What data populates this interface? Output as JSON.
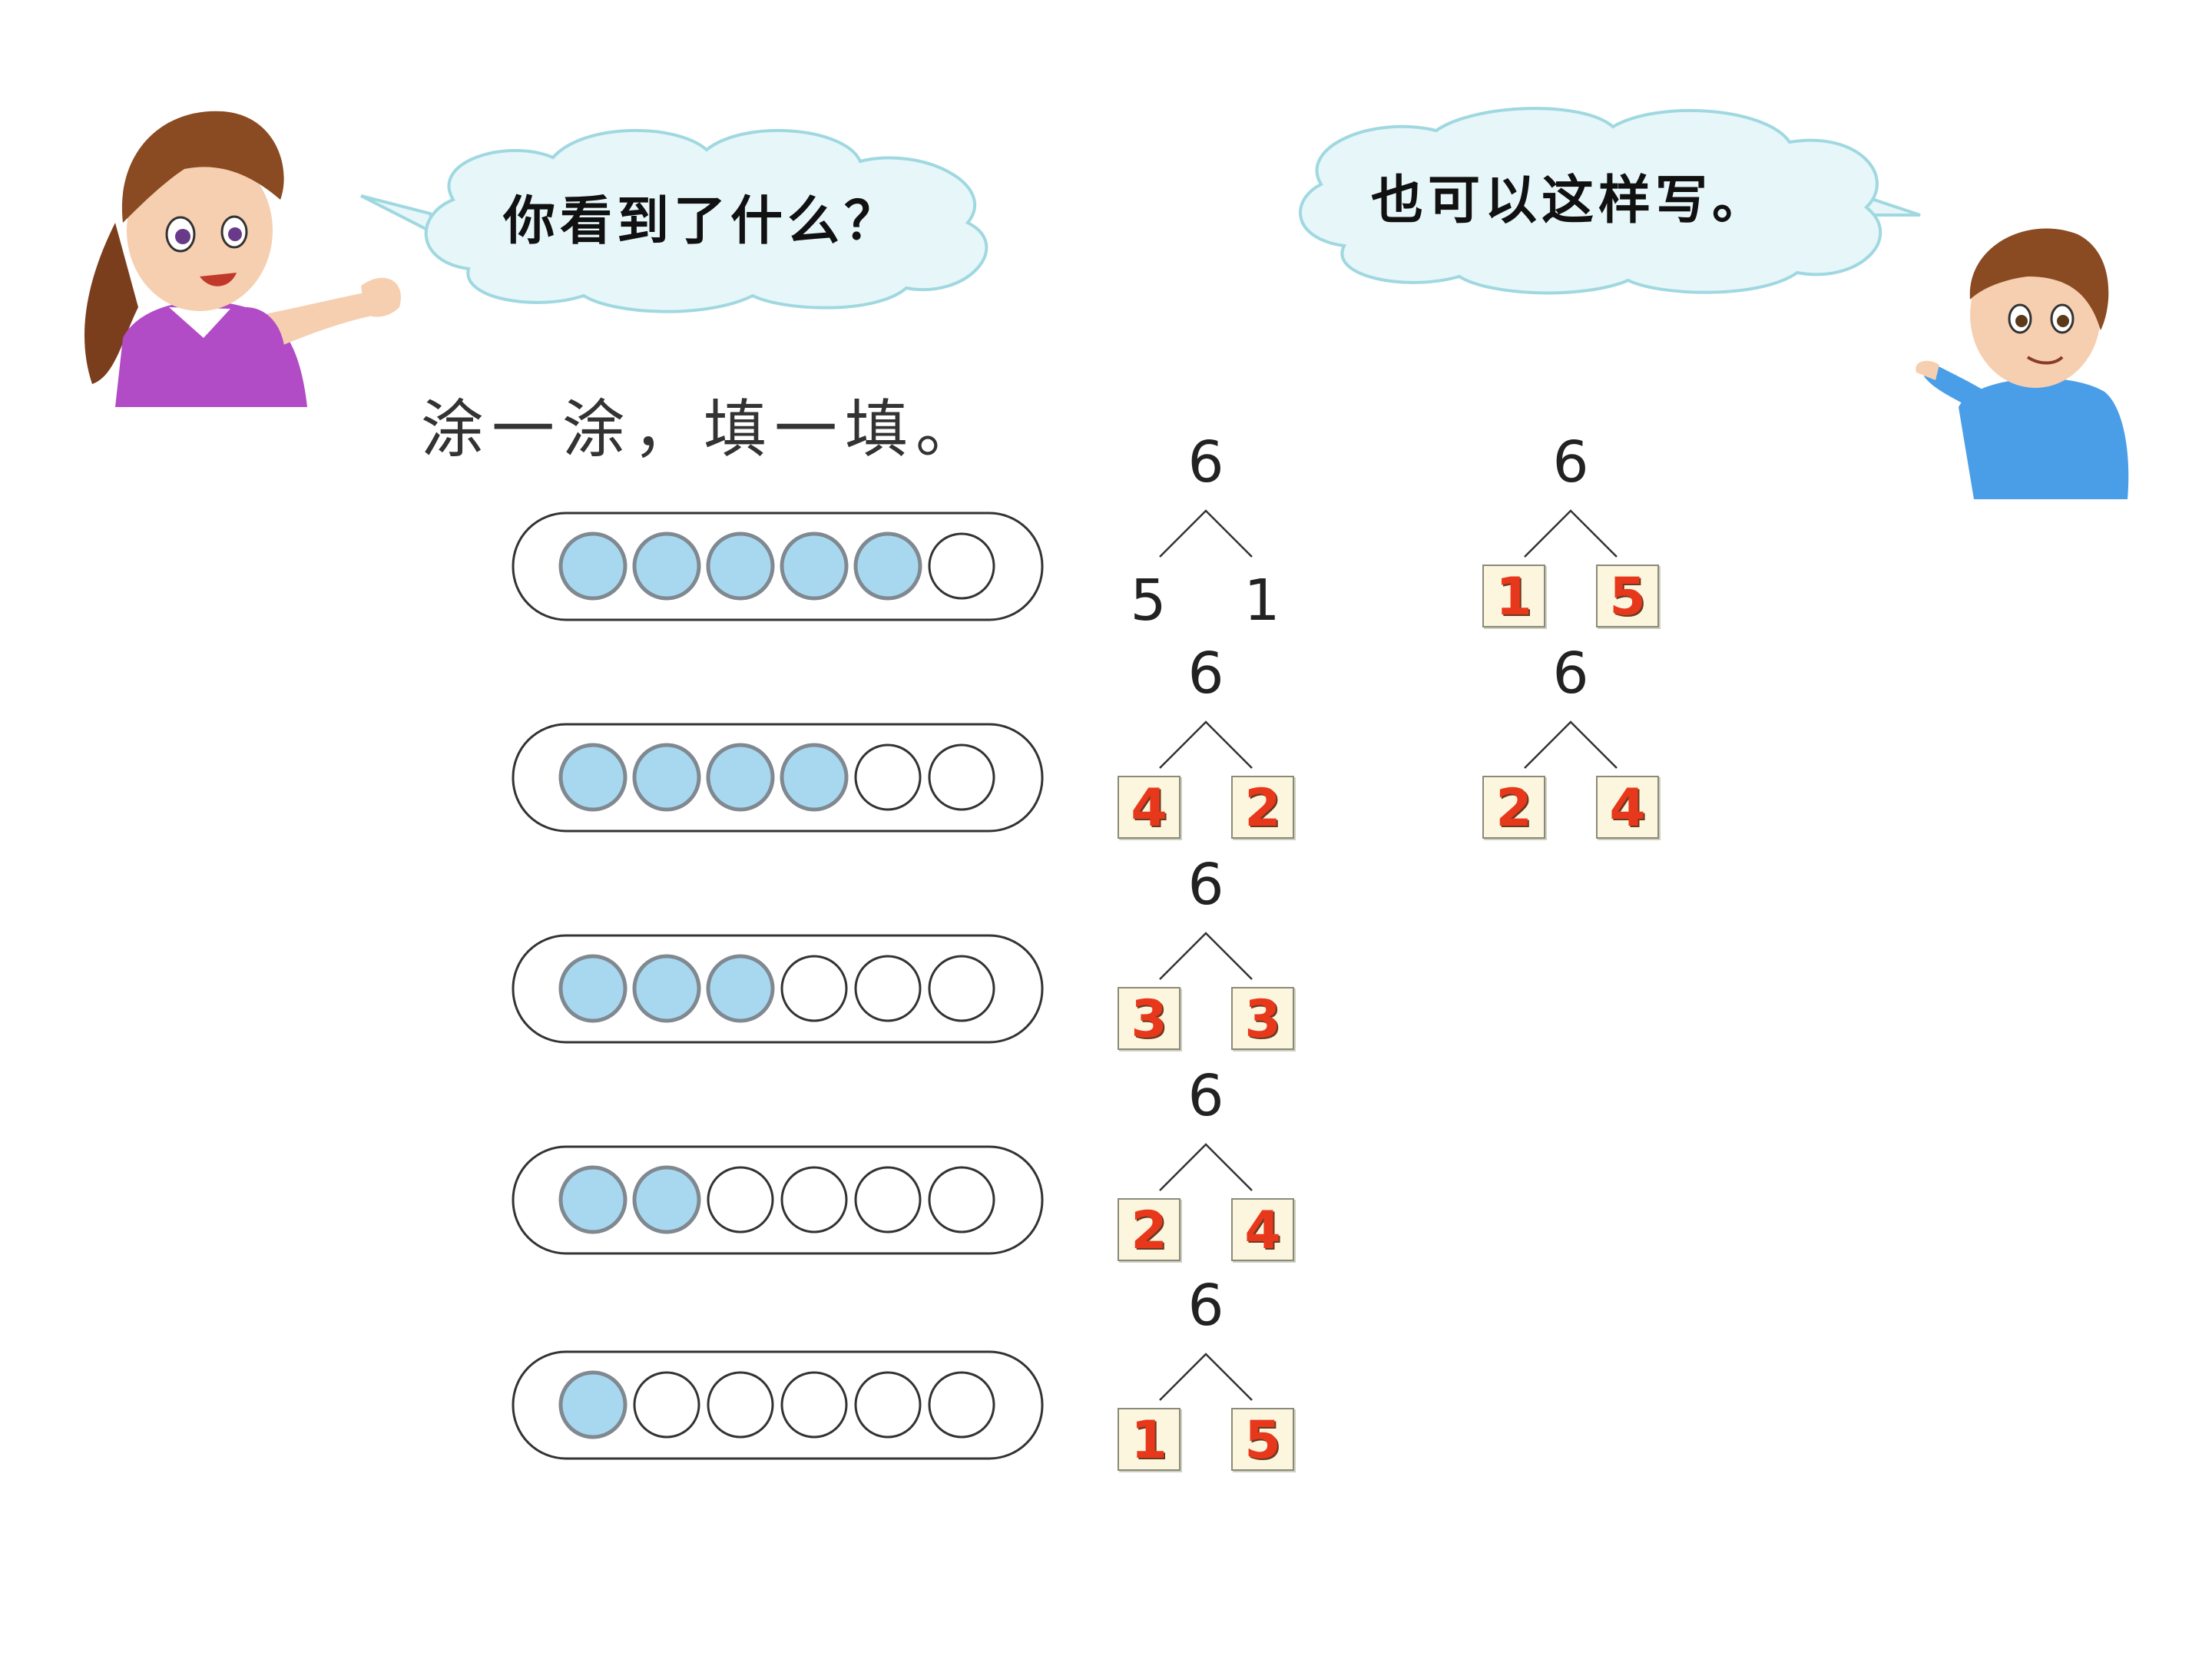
{
  "bubbles": {
    "left": "你看到了什么？",
    "right": "也可以这样写。"
  },
  "instruction": "涂一涂，填一填。",
  "total": "6",
  "rows": [
    {
      "shaded": 5,
      "empty": 1,
      "left": "5",
      "right": "1",
      "left_boxed": false,
      "right_boxed": false
    },
    {
      "shaded": 4,
      "empty": 2,
      "left": "4",
      "right": "2",
      "left_boxed": true,
      "right_boxed": true
    },
    {
      "shaded": 3,
      "empty": 3,
      "left": "3",
      "right": "3",
      "left_boxed": true,
      "right_boxed": true
    },
    {
      "shaded": 2,
      "empty": 4,
      "left": "2",
      "right": "4",
      "left_boxed": true,
      "right_boxed": true
    },
    {
      "shaded": 1,
      "empty": 5,
      "left": "1",
      "right": "5",
      "left_boxed": true,
      "right_boxed": true
    }
  ],
  "alt_trees": [
    {
      "left": "1",
      "right": "5"
    },
    {
      "left": "2",
      "right": "4"
    }
  ],
  "colors": {
    "shaded_fill": "#a8d8f0",
    "shaded_stroke": "#808890",
    "answer_text": "#e8381c",
    "bubble_fill": "#e6f6f9",
    "bubble_stroke": "#9fd8e0"
  }
}
